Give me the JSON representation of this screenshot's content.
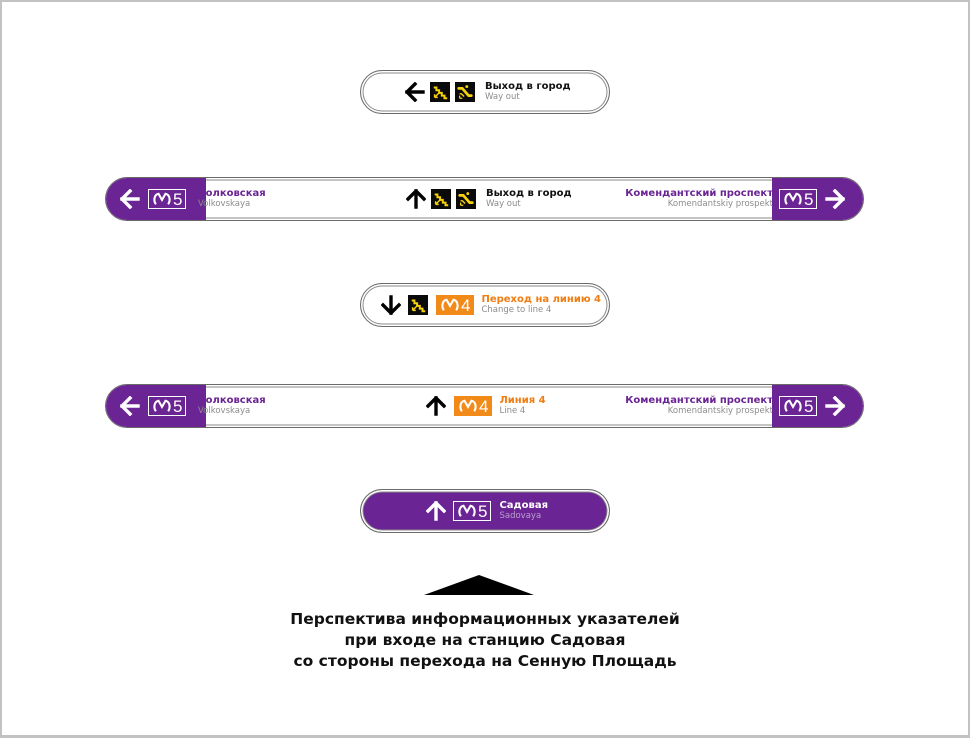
{
  "colors": {
    "line5_purple": "#6b2494",
    "line4_orange": "#f28a1a",
    "icon_yellow": "#f5d20c",
    "secondary_gray": "#8c8c8c"
  },
  "signs": [
    {
      "id": "exit-sign-top",
      "style": "white-short",
      "center": {
        "arrow": "arrow-left-icon",
        "icons": [
          "stairs-icon",
          "escalator-icon"
        ],
        "title_ru": "Выход в город",
        "title_en": "Way out"
      }
    },
    {
      "id": "platform-sign-1",
      "style": "white-long",
      "left": {
        "arrow": "arrow-left-icon",
        "line_number": "5",
        "station_ru": "Волковская",
        "station_en": "Volkovskaya"
      },
      "center": {
        "arrow": "arrow-up-icon",
        "icons": [
          "stairs-icon",
          "escalator-icon"
        ],
        "title_ru": "Выход в город",
        "title_en": "Way out"
      },
      "right": {
        "arrow": "arrow-right-icon",
        "line_number": "5",
        "station_ru": "Комендантский проспект",
        "station_en": "Komendantskiy prospekt"
      }
    },
    {
      "id": "transfer-sign",
      "style": "white-short",
      "center": {
        "arrow": "arrow-down-icon",
        "icons": [
          "stairs-icon"
        ],
        "line_number": "4",
        "title_ru": "Переход на линию 4",
        "title_en": "Change to line 4"
      }
    },
    {
      "id": "platform-sign-2",
      "style": "white-long",
      "left": {
        "arrow": "arrow-left-icon",
        "line_number": "5",
        "station_ru": "Волковская",
        "station_en": "Volkovskaya"
      },
      "center": {
        "arrow": "arrow-up-icon",
        "line_number": "4",
        "title_ru": "Линия 4",
        "title_en": "Line 4"
      },
      "right": {
        "arrow": "arrow-right-icon",
        "line_number": "5",
        "station_ru": "Комендантский проспект",
        "station_en": "Komendantskiy prospekt"
      }
    },
    {
      "id": "station-sign",
      "style": "purple-short",
      "center": {
        "arrow": "arrow-up-icon",
        "line_number": "5",
        "title_ru": "Садовая",
        "title_en": "Sadovaya"
      }
    }
  ],
  "caption": {
    "lines": [
      "Перспектива информационных указателей",
      "при входе на станцию Садовая",
      "со стороны перехода на Сенную Площадь"
    ]
  },
  "direction_marker": "triangle-up"
}
